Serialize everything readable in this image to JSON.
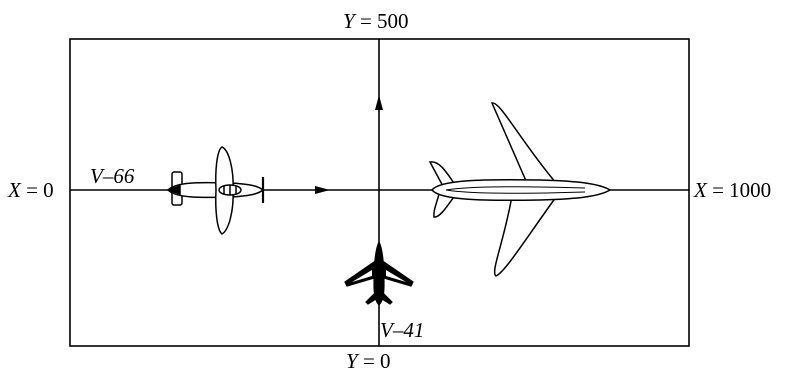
{
  "labels": {
    "y_top_var": "Y",
    "y_top_eq": " = 500",
    "y_bottom_var": "Y",
    "y_bottom_eq": " = 0",
    "x_left_var": "X",
    "x_left_eq": " = 0",
    "x_right_var": "X",
    "x_right_eq": " = 1000",
    "route_horizontal": "V–66",
    "route_vertical": "V–41"
  },
  "colors": {
    "stroke": "#000000",
    "background": "#ffffff"
  }
}
